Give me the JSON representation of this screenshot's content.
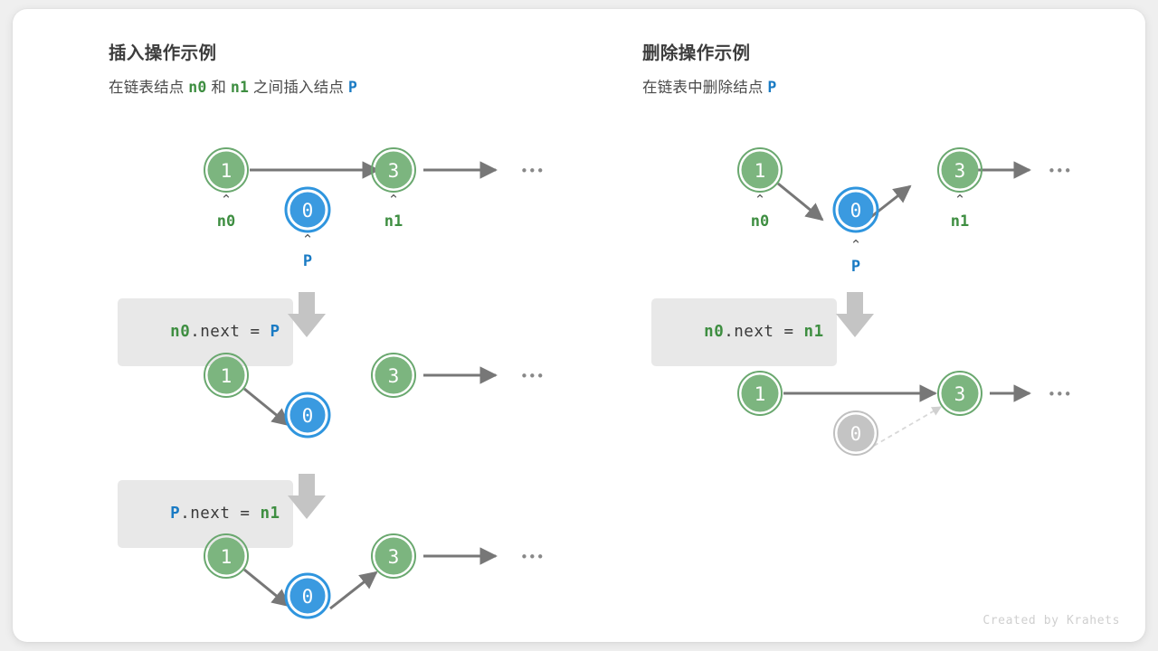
{
  "card": {
    "background": "#ffffff",
    "page_background": "#efefef"
  },
  "colors": {
    "green_fill": "#7cb57f",
    "green_ring": "#6aa86f",
    "blue_fill": "#3a9ae0",
    "blue_ring": "#2f95de",
    "gray_fill": "#c4c4c4",
    "gray_ring": "#c0c0c0",
    "arrow": "#777777",
    "label_green": "#3e8e41",
    "label_blue": "#1a7bc4",
    "code_badge_bg": "#e8e8e8",
    "down_arrow": "#c4c4c4"
  },
  "panels": [
    {
      "id": "insert",
      "title": "插入操作示例",
      "subtitle_parts": [
        {
          "text": "在链表结点 ",
          "style": "plain"
        },
        {
          "text": "n0",
          "style": "green"
        },
        {
          "text": " 和 ",
          "style": "plain"
        },
        {
          "text": "n1",
          "style": "green"
        },
        {
          "text": " 之间插入结点 ",
          "style": "plain"
        },
        {
          "text": "P",
          "style": "blue"
        }
      ],
      "steps": [
        {
          "id": "insert-step-1",
          "code": null,
          "nodes": [
            {
              "id": "n0",
              "value": "1",
              "color": "green",
              "pointer": "n0",
              "pointer_color": "green"
            },
            {
              "id": "p",
              "value": "0",
              "color": "blue",
              "pointer": "P",
              "pointer_color": "blue"
            },
            {
              "id": "n1",
              "value": "3",
              "color": "green",
              "pointer": "n1",
              "pointer_color": "green"
            }
          ],
          "ellipsis": true
        },
        {
          "id": "insert-step-2",
          "code": {
            "parts": [
              {
                "text": "n0",
                "style": "green"
              },
              {
                "text": ".next = ",
                "style": "plain"
              },
              {
                "text": "P",
                "style": "blue"
              }
            ],
            "plain": "n0.next = P"
          },
          "nodes": [
            {
              "id": "n0",
              "value": "1",
              "color": "green",
              "pointer": null,
              "pointer_color": null
            },
            {
              "id": "p",
              "value": "0",
              "color": "blue",
              "pointer": null,
              "pointer_color": null
            },
            {
              "id": "n1",
              "value": "3",
              "color": "green",
              "pointer": null,
              "pointer_color": null
            }
          ],
          "ellipsis": true
        },
        {
          "id": "insert-step-3",
          "code": {
            "parts": [
              {
                "text": "P",
                "style": "blue"
              },
              {
                "text": ".next = ",
                "style": "plain"
              },
              {
                "text": "n1",
                "style": "green"
              }
            ],
            "plain": "P.next = n1"
          },
          "nodes": [
            {
              "id": "n0",
              "value": "1",
              "color": "green",
              "pointer": null,
              "pointer_color": null
            },
            {
              "id": "p",
              "value": "0",
              "color": "blue",
              "pointer": null,
              "pointer_color": null
            },
            {
              "id": "n1",
              "value": "3",
              "color": "green",
              "pointer": null,
              "pointer_color": null
            }
          ],
          "ellipsis": true
        }
      ]
    },
    {
      "id": "delete",
      "title": "删除操作示例",
      "subtitle_parts": [
        {
          "text": "在链表中删除结点 ",
          "style": "plain"
        },
        {
          "text": "P",
          "style": "blue"
        }
      ],
      "steps": [
        {
          "id": "delete-step-1",
          "code": null,
          "nodes": [
            {
              "id": "n0",
              "value": "1",
              "color": "green",
              "pointer": "n0",
              "pointer_color": "green"
            },
            {
              "id": "p",
              "value": "0",
              "color": "blue",
              "pointer": "P",
              "pointer_color": "blue"
            },
            {
              "id": "n1",
              "value": "3",
              "color": "green",
              "pointer": "n1",
              "pointer_color": "green"
            }
          ],
          "ellipsis": true
        },
        {
          "id": "delete-step-2",
          "code": {
            "parts": [
              {
                "text": "n0",
                "style": "green"
              },
              {
                "text": ".next = ",
                "style": "plain"
              },
              {
                "text": "n1",
                "style": "green"
              }
            ],
            "plain": "n0.next = n1"
          },
          "nodes": [
            {
              "id": "n0",
              "value": "1",
              "color": "green",
              "pointer": null,
              "pointer_color": null
            },
            {
              "id": "p",
              "value": "0",
              "color": "gray",
              "pointer": null,
              "pointer_color": null
            },
            {
              "id": "n1",
              "value": "3",
              "color": "green",
              "pointer": null,
              "pointer_color": null
            }
          ],
          "ellipsis": true
        }
      ]
    }
  ],
  "ellipsis_glyph": "•••",
  "caret_glyph": "⌃",
  "credit": "Created by Krahets"
}
